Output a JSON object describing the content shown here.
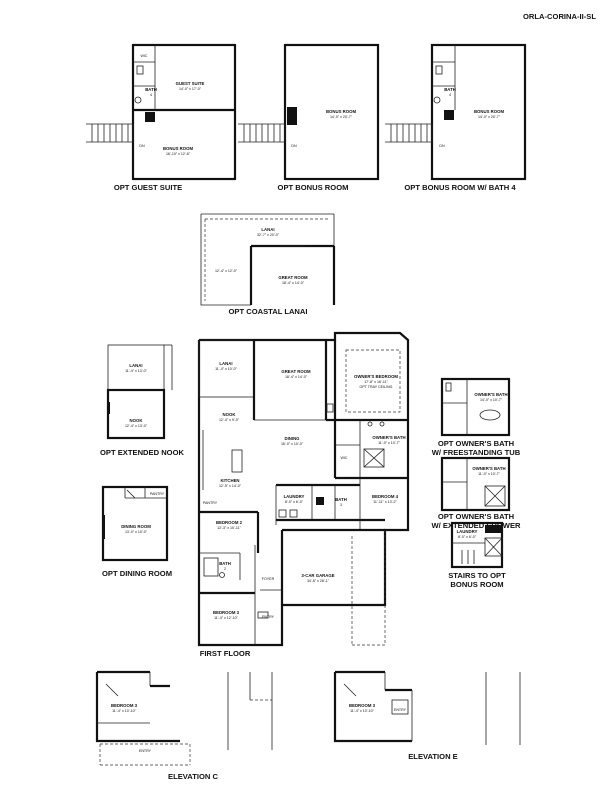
{
  "plan_code": "ORLA-CORINA-II-SL",
  "captions": {
    "opt_guest_suite": "OPT GUEST SUITE",
    "opt_bonus_room": "OPT BONUS ROOM",
    "opt_bonus_room_bath4": "OPT BONUS ROOM W/ BATH 4",
    "opt_coastal_lanai": "OPT COASTAL LANAI",
    "opt_extended_nook": "OPT EXTENDED NOOK",
    "opt_dining_room": "OPT DINING ROOM",
    "first_floor": "FIRST FLOOR",
    "opt_owners_bath_tub_1": "OPT OWNER'S BATH",
    "opt_owners_bath_tub_2": "W/ FREESTANDING TUB",
    "opt_owners_bath_shower_1": "OPT OWNER'S BATH",
    "opt_owners_bath_shower_2": "W/ EXTENDED SHOWER",
    "stairs_1": "STAIRS TO OPT",
    "stairs_2": "BONUS ROOM",
    "elevation_c": "ELEVATION C",
    "elevation_e": "ELEVATION E"
  },
  "rooms": {
    "guest_suite": {
      "label": "GUEST SUITE",
      "dims": "14'-0\" x 17'-0\""
    },
    "gs_bath": {
      "label": "BATH",
      "dims": "4"
    },
    "gs_wic": {
      "label": "WIC"
    },
    "gs_bonus": {
      "label": "BONUS ROOM",
      "dims": "16'-10\" x 12'-6\""
    },
    "gs_dn": {
      "label": "DN"
    },
    "bonus_room": {
      "label": "BONUS ROOM",
      "dims": "14'-0\" x 20'-7\""
    },
    "bonus_dn": {
      "label": "DN"
    },
    "bonus_b4": {
      "label": "BONUS ROOM",
      "dims": "14'-0\" x 20'-7\""
    },
    "bonus_b4_bath": {
      "label": "BATH",
      "dims": "4"
    },
    "bonus_b4_dn": {
      "label": "DN"
    },
    "coastal_lanai": {
      "label": "LANAI",
      "dims": "32'-7\" x 20'-0\""
    },
    "coastal_side": {
      "dims": "12'-4\" x 12'-0\""
    },
    "coastal_great": {
      "label": "GREAT ROOM",
      "dims": "18'-4\" x 14'-0\""
    },
    "ext_lanai": {
      "label": "LANAI",
      "dims": "11'-4\" x 13'-0\""
    },
    "ext_nook": {
      "label": "NOOK",
      "dims": "12'-4\" x 13'-0\""
    },
    "dr_pantry": {
      "label": "PANTRY"
    },
    "dining_room": {
      "label": "DINING ROOM",
      "dims": "13'-0\" x 10'-0\""
    },
    "ff_lanai": {
      "label": "LANAI",
      "dims": "11'-4\" x 10'-0\""
    },
    "great_room": {
      "label": "GREAT ROOM",
      "dims": "18'-4\" x 14'-0\""
    },
    "owners_bedroom": {
      "label": "OWNER'S BEDROOM",
      "dims": "17'-8\" x 16'-11\"",
      "note": "OPT TRAY CEILING"
    },
    "nook": {
      "label": "NOOK",
      "dims": "12'-4\" x 9'-0\""
    },
    "dining": {
      "label": "DINING",
      "dims": "16'-0\" x 10'-0\""
    },
    "owners_bath": {
      "label": "OWNER'S BATH",
      "dims": "11'-0\" x 10'-7\""
    },
    "wic": {
      "label": "WIC"
    },
    "kitchen": {
      "label": "KITCHEN",
      "dims": "12'-5\" x 14'-0\""
    },
    "pantry": {
      "label": "PANTRY"
    },
    "laundry": {
      "label": "LAUNDRY",
      "dims": "8'-0\" x 6'-0\""
    },
    "bath3": {
      "label": "BATH",
      "dims": "3"
    },
    "bedroom4": {
      "label": "BEDROOM 4",
      "dims": "11'-11\" x 13'-2\""
    },
    "bedroom2": {
      "label": "BEDROOM 2",
      "dims": "12'-3\" x 10'-11\""
    },
    "bath2": {
      "label": "BATH",
      "dims": "2"
    },
    "foyer": {
      "label": "FOYER"
    },
    "garage": {
      "label": "3-CAR GARAGE",
      "dims": "34'-6\" x 28'-1\""
    },
    "bedroom3": {
      "label": "BEDROOM 3",
      "dims": "11'-4\" x 12'-10\""
    },
    "entry": {
      "label": "ENTRY"
    },
    "tub_bath": {
      "label": "OWNER'S BATH",
      "dims": "14'-0\" x 10'-7\""
    },
    "shower_bath": {
      "label": "OWNER'S BATH",
      "dims": "11'-0\" x 10'-7\""
    },
    "stairs_laundry": {
      "label": "LAUNDRY",
      "dims": "8'-0\" x 6'-0\""
    },
    "elev_c_bed3": {
      "label": "BEDROOM 3",
      "dims": "11'-4\" x 10'-10\""
    },
    "elev_c_entry": {
      "label": "ENTRY"
    },
    "elev_e_bed3": {
      "label": "BEDROOM 3",
      "dims": "11'-4\" x 10'-10\""
    },
    "elev_e_entry": {
      "label": "ENTRY"
    }
  },
  "colors": {
    "line": "#111111",
    "hatch": "#666666",
    "background": "#ffffff"
  }
}
